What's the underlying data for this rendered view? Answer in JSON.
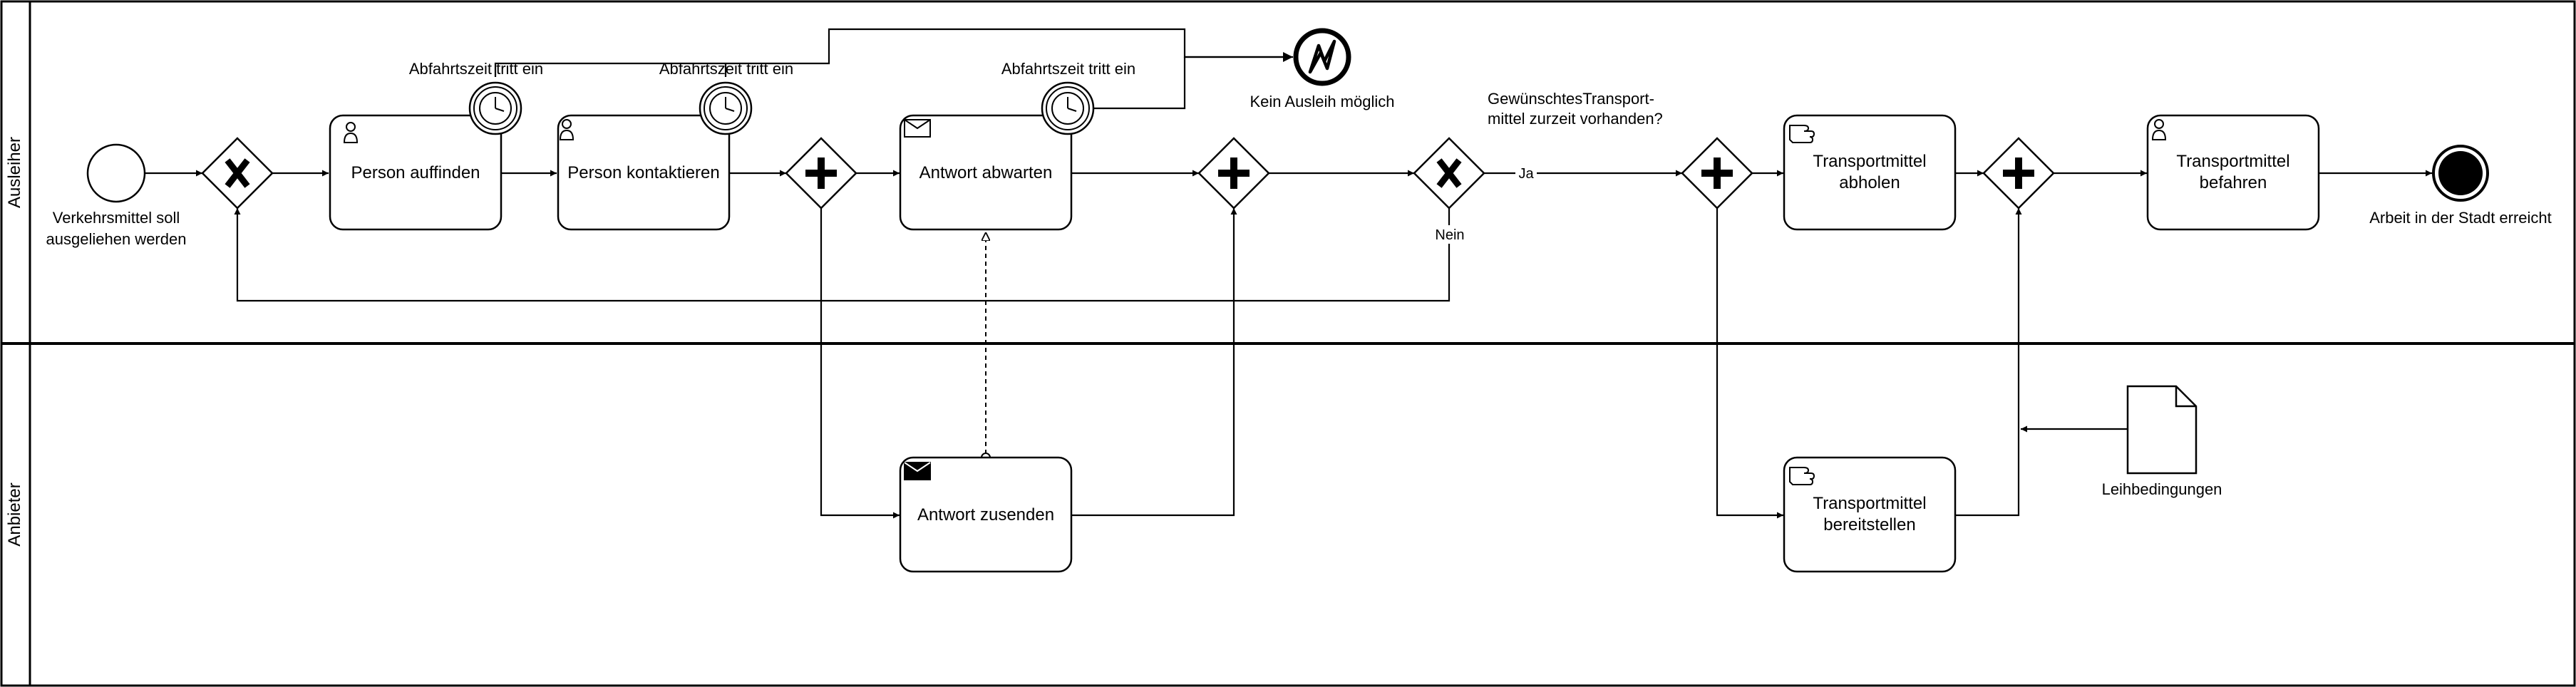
{
  "pool": {
    "lanes": [
      {
        "id": "ausleiher",
        "title": "Ausleiher"
      },
      {
        "id": "anbieter",
        "title": "Anbieter"
      }
    ]
  },
  "events": {
    "start": {
      "label_line1": "Verkehrsmittel soll",
      "label_line2": "ausgeliehen werden"
    },
    "error_end": {
      "label": "Kein Ausleih möglich"
    },
    "end": {
      "label": "Arbeit in der Stadt erreicht"
    },
    "timer1": {
      "label": "Abfahrtszeit tritt ein"
    },
    "timer2": {
      "label": "Abfahrtszeit tritt ein"
    },
    "timer3": {
      "label": "Abfahrtszeit tritt ein"
    }
  },
  "tasks": {
    "person_auffinden": {
      "label": "Person auffinden",
      "type": "user"
    },
    "person_kontaktieren": {
      "label": "Person kontaktieren",
      "type": "user"
    },
    "antwort_abwarten": {
      "label": "Antwort abwarten",
      "type": "receive"
    },
    "transport_abholen": {
      "label_line1": "Transportmittel",
      "label_line2": "abholen",
      "type": "manual"
    },
    "transport_befahren": {
      "label_line1": "Transportmittel",
      "label_line2": "befahren",
      "type": "user"
    },
    "antwort_zusenden": {
      "label": "Antwort zusenden",
      "type": "send"
    },
    "transport_bereitstellen": {
      "label_line1": "Transportmittel",
      "label_line2": "bereitstellen",
      "type": "manual"
    }
  },
  "gateways": {
    "question_line1": "GewünschtesTransport-",
    "question_line2": "mittel zurzeit vorhanden?",
    "yes_label": "Ja",
    "no_label": "Nein"
  },
  "artifacts": {
    "document": {
      "label": "Leihbedingungen"
    }
  }
}
